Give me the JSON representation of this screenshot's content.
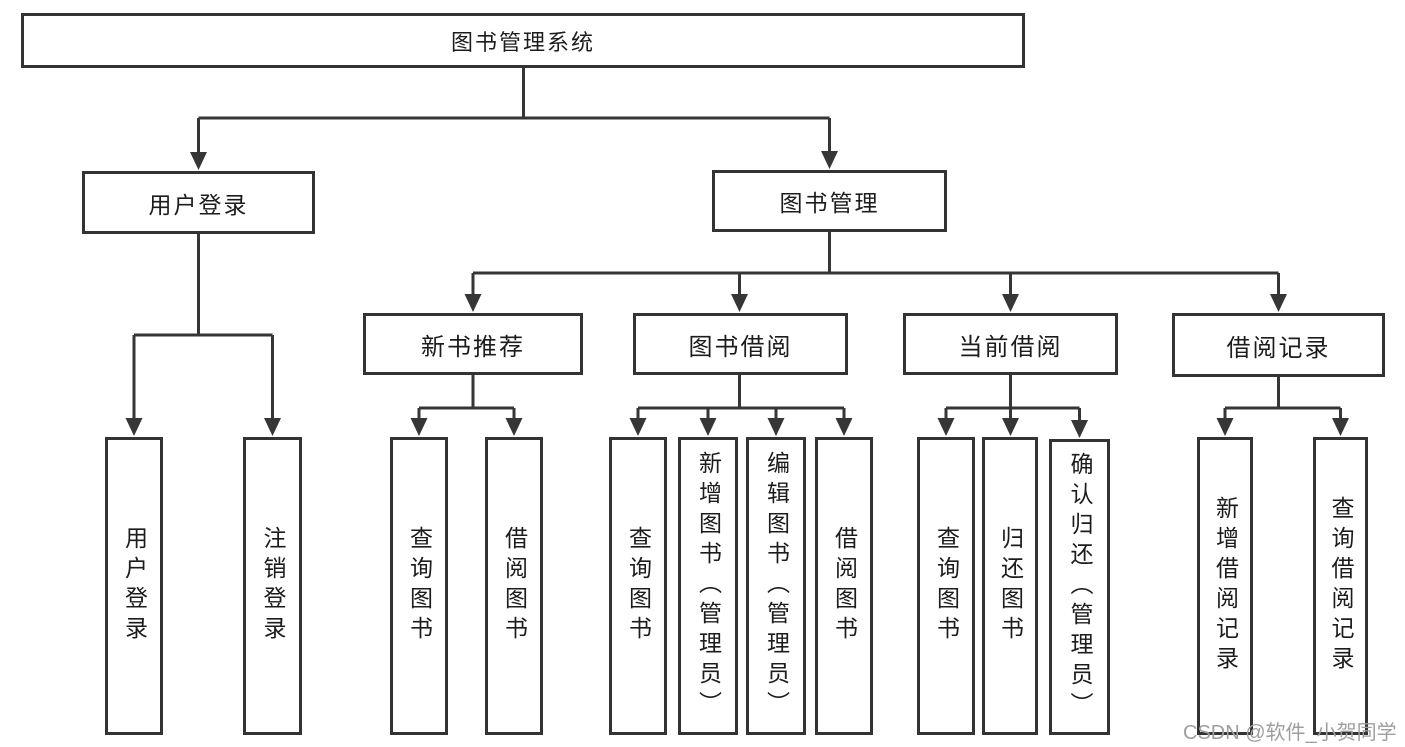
{
  "diagram": {
    "root": {
      "label": "图书管理系统"
    },
    "branches": [
      {
        "label": "用户登录",
        "children": [
          {
            "label": "用户登录"
          },
          {
            "label": "注销登录"
          }
        ]
      },
      {
        "label": "图书管理",
        "children": [
          {
            "label": "新书推荐",
            "children": [
              {
                "label": "查询图书"
              },
              {
                "label": "借阅图书"
              }
            ]
          },
          {
            "label": "图书借阅",
            "children": [
              {
                "label": "查询图书"
              },
              {
                "label": "新增图书（管理员）"
              },
              {
                "label": "编辑图书（管理员）"
              },
              {
                "label": "借阅图书"
              }
            ]
          },
          {
            "label": "当前借阅",
            "children": [
              {
                "label": "查询图书"
              },
              {
                "label": "归还图书"
              },
              {
                "label": "确认归还（管理员）"
              }
            ]
          },
          {
            "label": "借阅记录",
            "children": [
              {
                "label": "新增借阅记录"
              },
              {
                "label": "查询借阅记录"
              }
            ]
          }
        ]
      }
    ]
  },
  "watermark": {
    "text": "CSDN @软件_小贺同学"
  },
  "colors": {
    "box_border": "#333333",
    "box_background": "#ffffff",
    "text": "#1c1c1c",
    "connector": "#363636",
    "watermark": "#9e9e9e",
    "page_background": "#ffffff"
  }
}
